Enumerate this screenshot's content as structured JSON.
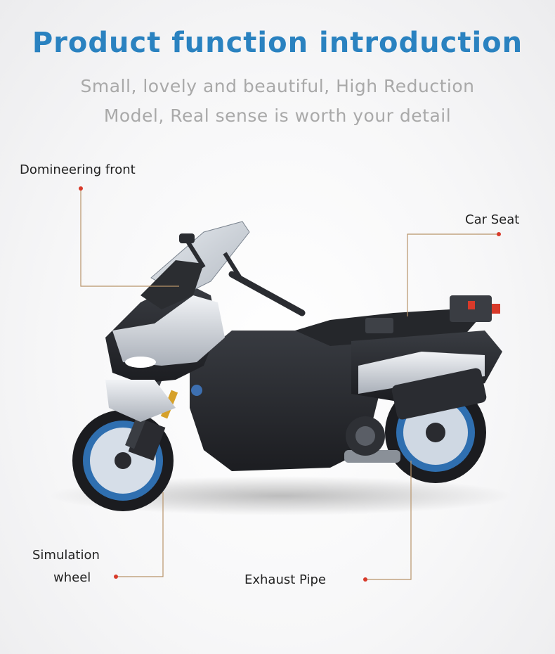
{
  "header": {
    "title": "Product function introduction",
    "subtitle_line1": "Small, lovely and beautiful,  High Reduction",
    "subtitle_line2": "Model,  Real sense is worth your detail"
  },
  "callouts": {
    "front": "Domineering front",
    "seat": "Car Seat",
    "wheel_line1": "Simulation",
    "wheel_line2": "wheel",
    "exhaust": "Exhaust Pipe"
  },
  "colors": {
    "title": "#2a82c0",
    "subtitle": "#a9a9a9",
    "leader_line": "#b8946a",
    "dot": "#d83a2a",
    "wheel_rim": "#2f6fb0",
    "body_dark": "#2b2d31",
    "body_light": "#d9dde2"
  }
}
